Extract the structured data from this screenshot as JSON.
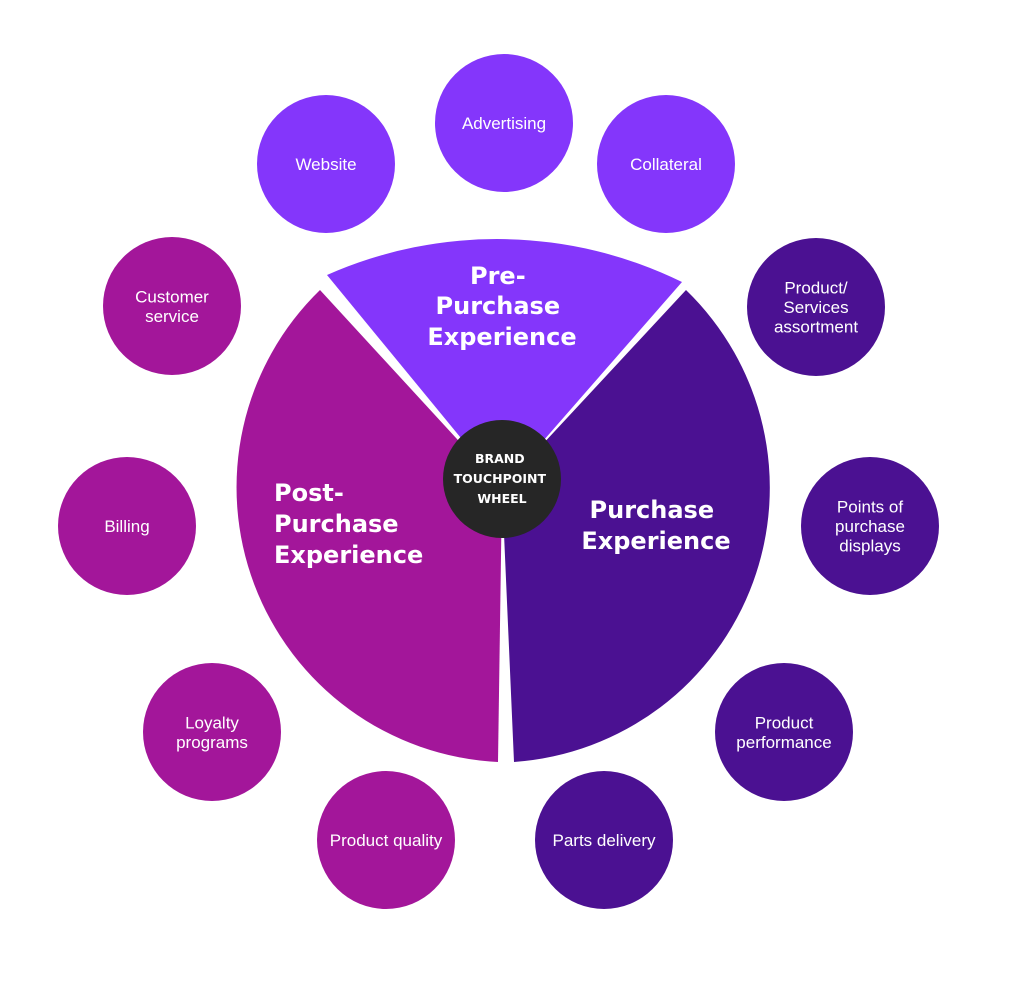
{
  "colors": {
    "pre": "#8436fb",
    "purchase": "#4b1192",
    "post": "#a3169a",
    "hub": "#262626",
    "text": "#ffffff"
  },
  "hub": {
    "lines": [
      "BRAND",
      "TOUCHPOINT",
      "WHEEL"
    ]
  },
  "segments": {
    "pre": {
      "lines": [
        "Pre-",
        "Purchase",
        "Experience"
      ]
    },
    "purchase": {
      "lines": [
        "Purchase",
        "Experience"
      ]
    },
    "post": {
      "lines": [
        "Post-",
        "Purchase",
        "Experience"
      ]
    }
  },
  "touchpoints": [
    {
      "lines": [
        "Advertising"
      ],
      "group": "pre"
    },
    {
      "lines": [
        "Collateral"
      ],
      "group": "pre"
    },
    {
      "lines": [
        "Website"
      ],
      "group": "pre"
    },
    {
      "lines": [
        "Product/",
        "Services",
        "assortment"
      ],
      "group": "purchase"
    },
    {
      "lines": [
        "Points of",
        "purchase",
        "displays"
      ],
      "group": "purchase"
    },
    {
      "lines": [
        "Product",
        "performance"
      ],
      "group": "purchase"
    },
    {
      "lines": [
        "Parts delivery"
      ],
      "group": "purchase"
    },
    {
      "lines": [
        "Product quality"
      ],
      "group": "post"
    },
    {
      "lines": [
        "Loyalty",
        "programs"
      ],
      "group": "post"
    },
    {
      "lines": [
        "Billing"
      ],
      "group": "post"
    },
    {
      "lines": [
        "Customer",
        "service"
      ],
      "group": "post"
    }
  ]
}
